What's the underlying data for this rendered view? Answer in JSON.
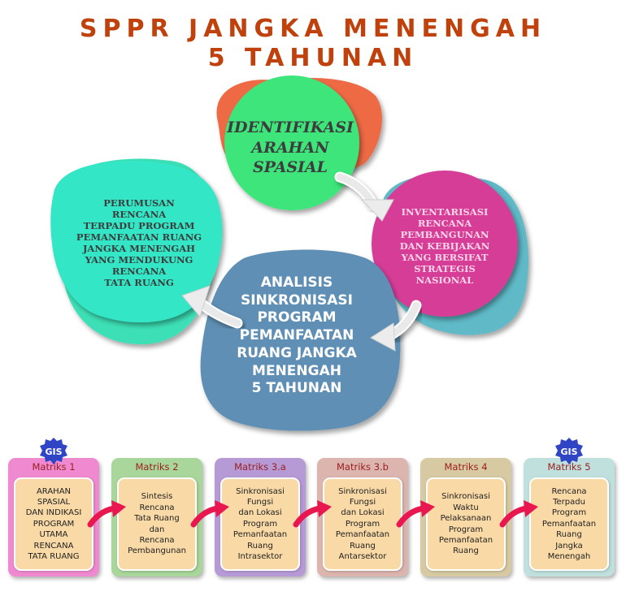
{
  "title": {
    "line1": "SPPR JANGKA MENENGAH",
    "line2": "5 TAHUNAN"
  },
  "cycle": {
    "top": {
      "lines": [
        "IDENTIFIKASI",
        "ARAHAN",
        "SPASIAL"
      ],
      "color": "#3ee57a"
    },
    "right": {
      "lines": [
        "INVENTARISASI",
        "RENCANA",
        "PEMBANGUNAN",
        "DAN KEBIJAKAN",
        "YANG BERSIFAT",
        "STRATEGIS",
        "NASIONAL"
      ],
      "color": "#d63d97"
    },
    "center": {
      "lines": [
        "ANALISIS",
        "SINKRONISASI",
        "PROGRAM",
        "PEMANFAATAN",
        "RUANG JANGKA",
        "MENENGAH",
        "5 TAHUNAN"
      ],
      "color": "#5f8fb4"
    },
    "left": {
      "lines": [
        "PERUMUSAN",
        "RENCANA",
        "TERPADU PROGRAM",
        "PEMANFAATAN RUANG",
        "JANGKA MENENGAH",
        "YANG MENDUKUNG",
        "RENCANA",
        "TATA RUANG"
      ],
      "color": "#31e6c6"
    }
  },
  "gis_badge": "GIS",
  "matrices": [
    {
      "label": "Matriks 1",
      "lines": [
        "ARAHAN",
        "SPASIAL",
        "DAN INDIKASI",
        "PROGRAM",
        "UTAMA",
        "RENCANA",
        "TATA RUANG"
      ],
      "color": "#f08ad0",
      "gis": true
    },
    {
      "label": "Matriks 2",
      "lines": [
        "Sintesis",
        "Rencana",
        "Tata Ruang",
        "dan",
        "Rencana",
        "Pembangunan"
      ],
      "color": "#a9d69a",
      "gis": false
    },
    {
      "label": "Matriks 3.a",
      "lines": [
        "Sinkronisasi",
        "Fungsi",
        "dan Lokasi",
        "Program",
        "Pemanfaatan",
        "Ruang",
        "Intrasektor"
      ],
      "color": "#b69ad6",
      "gis": false
    },
    {
      "label": "Matriks 3.b",
      "lines": [
        "Sinkronisasi",
        "Fungsi",
        "dan Lokasi",
        "Program",
        "Pemanfaatan",
        "Ruang",
        "Antarsektor"
      ],
      "color": "#dcb5ae",
      "gis": false
    },
    {
      "label": "Matriks 4",
      "lines": [
        "Sinkronisasi",
        "Waktu",
        "Pelaksanaan",
        "Program",
        "Pemanfaatan",
        "Ruang"
      ],
      "color": "#d7c9a1",
      "gis": false
    },
    {
      "label": "Matriks 5",
      "lines": [
        "Rencana",
        "Terpadu",
        "Program",
        "Pemanfaatan",
        "Ruang",
        "Jangka",
        "Menengah"
      ],
      "color": "#bfe0dc",
      "gis": true
    }
  ]
}
